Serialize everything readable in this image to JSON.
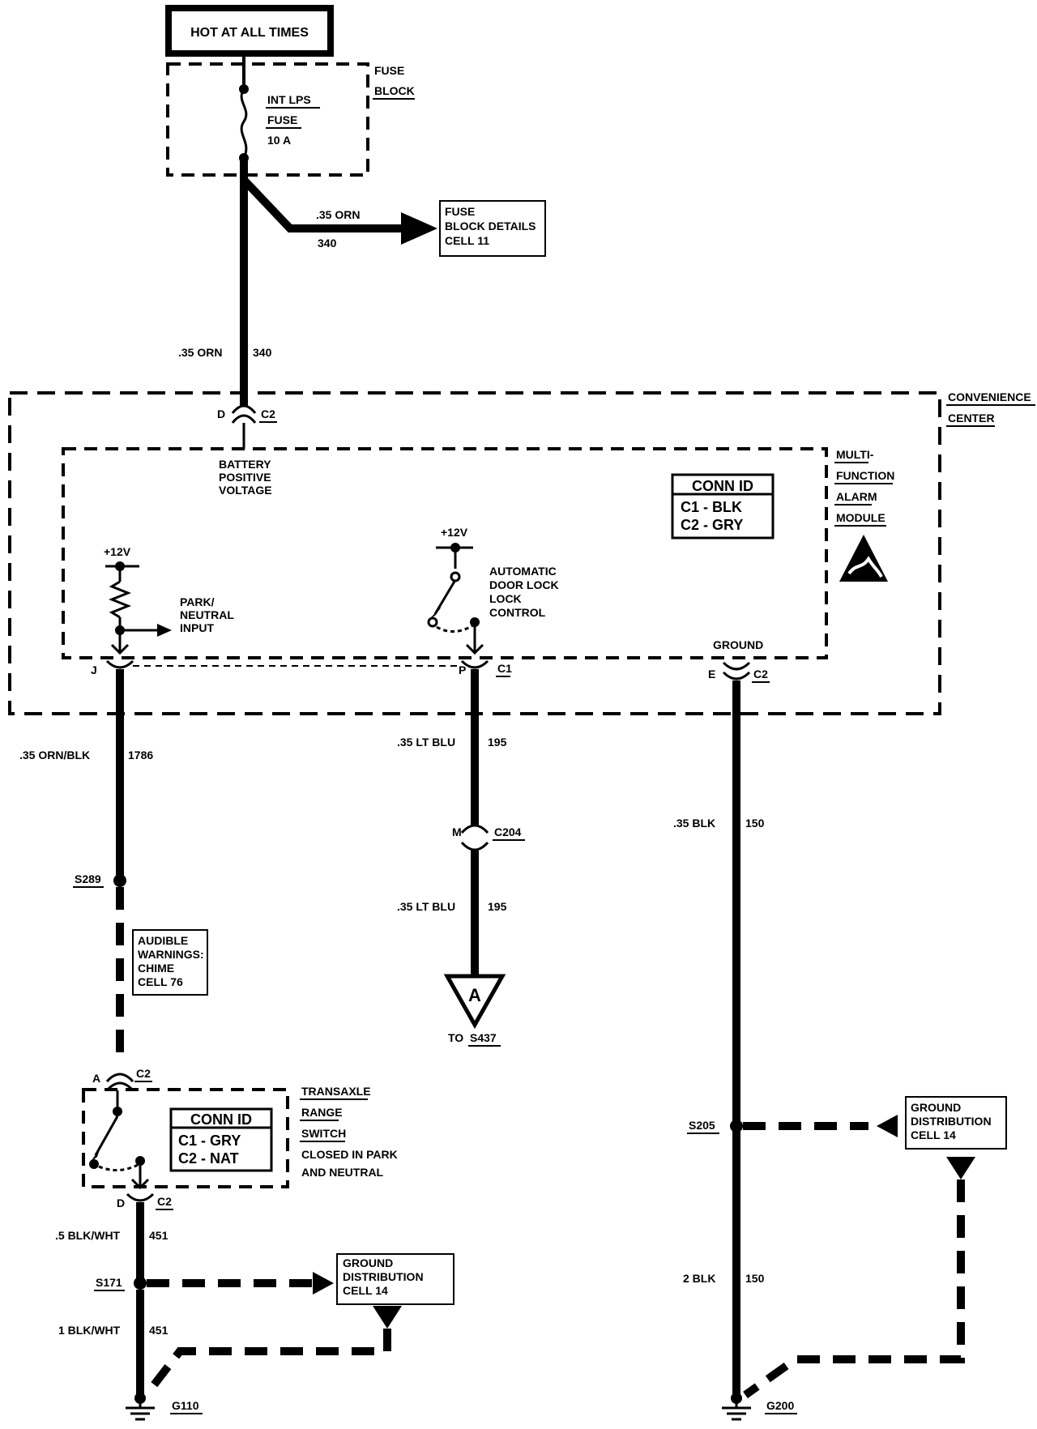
{
  "header": {
    "label": "HOT AT ALL TIMES"
  },
  "fuse_block": {
    "label_line1": "FUSE",
    "label_line2": "BLOCK",
    "fuse_name": "INT LPS",
    "fuse_label": "FUSE",
    "fuse_rating": "10 A"
  },
  "fuse_details": {
    "wire_color": ".35 ORN",
    "circuit": "340",
    "ref_line1": "FUSE",
    "ref_line2": "BLOCK DETAILS",
    "ref_line3": "CELL 11"
  },
  "feed_wire": {
    "color": ".35 ORN",
    "circuit": "340"
  },
  "convenience_center": {
    "line1": "CONVENIENCE",
    "line2": "CENTER"
  },
  "alarm_module": {
    "line1": "MULTI-",
    "line2": "FUNCTION",
    "line3": "ALARM",
    "line4": "MODULE",
    "battery_pin": "D",
    "battery_conn": "C2",
    "battery_line1": "BATTERY",
    "battery_line2": "POSITIVE",
    "battery_line3": "VOLTAGE",
    "conn_id_title": "CONN ID",
    "conn_id_c1": "C1 - BLK",
    "conn_id_c2": "C2 - GRY",
    "park_supply": "+12V",
    "park_line1": "PARK/",
    "park_line2": "NEUTRAL",
    "park_line3": "INPUT",
    "park_pin": "J",
    "lock_supply": "+12V",
    "lock_line1": "AUTOMATIC",
    "lock_line2": "DOOR LOCK",
    "lock_line3": "LOCK",
    "lock_line4": "CONTROL",
    "lock_pin": "P",
    "lock_conn": "C1",
    "ground_label": "GROUND",
    "ground_pin": "E",
    "ground_conn": "C2"
  },
  "left_circuit": {
    "wire_color": ".35 ORN/BLK",
    "circuit": "1786",
    "splice": "S289",
    "chime_line1": "AUDIBLE",
    "chime_line2": "WARNINGS:",
    "chime_line3": "CHIME",
    "chime_line4": "CELL 76",
    "switch_pin_top": "A",
    "switch_conn_top": "C2",
    "switch_line1": "TRANSAXLE",
    "switch_line2": "RANGE",
    "switch_line3": "SWITCH",
    "switch_line4": "CLOSED IN PARK",
    "switch_line5": "AND NEUTRAL",
    "conn_id_title": "CONN ID",
    "conn_id_c1": "C1 - GRY",
    "conn_id_c2": "C2 - NAT",
    "switch_pin_bottom": "D",
    "switch_conn_bottom": "C2",
    "wire2_color": ".5 BLK/WHT",
    "wire2_circuit": "451",
    "splice2": "S171",
    "ground_ref_line1": "GROUND",
    "ground_ref_line2": "DISTRIBUTION",
    "ground_ref_line3": "CELL 14",
    "wire3_color": "1 BLK/WHT",
    "wire3_circuit": "451",
    "ground": "G110"
  },
  "middle_circuit": {
    "wire_color": ".35 LT BLU",
    "circuit": "195",
    "connector_pin": "M",
    "connector": "C204",
    "wire2_color": ".35 LT BLU",
    "wire2_circuit": "195",
    "offpage": "A",
    "to_label": "TO",
    "to_splice": "S437"
  },
  "right_circuit": {
    "wire_color": ".35 BLK",
    "circuit": "150",
    "splice": "S205",
    "ground_ref_line1": "GROUND",
    "ground_ref_line2": "DISTRIBUTION",
    "ground_ref_line3": "CELL 14",
    "wire2_color": "2 BLK",
    "wire2_circuit": "150",
    "ground": "G200"
  }
}
